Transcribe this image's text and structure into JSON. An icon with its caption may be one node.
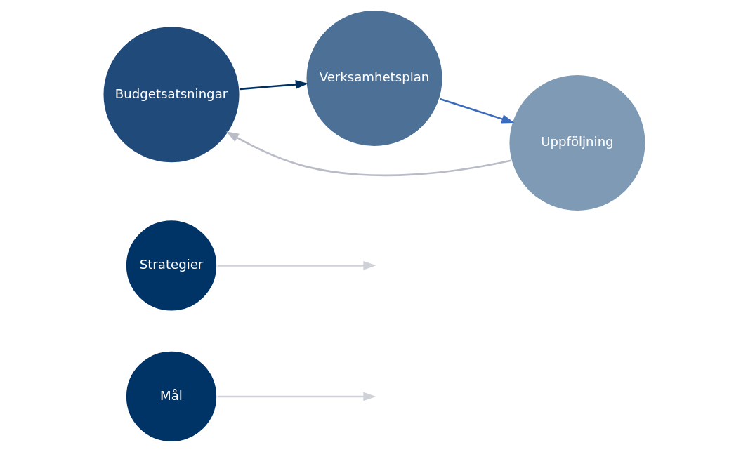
{
  "diagram": {
    "nodes": [
      {
        "text": [
          "Mål"
        ]
      },
      {
        "text": [
          "Strategier"
        ]
      },
      {
        "text": [
          "Budgetsatsningar"
        ]
      },
      {
        "text": [
          "Verksamhetsplan"
        ]
      },
      {
        "text": [
          "Uppföljning"
        ]
      }
    ],
    "edges": [
      {
        "from": 0,
        "to": null,
        "arrow": "to",
        "color": "#cfd1d8"
      },
      {
        "from": 1,
        "to": null,
        "arrow": "to",
        "color": "#cfd1d8"
      },
      {
        "from": 2,
        "to": 3,
        "arrow": "to",
        "color": "#00305f"
      },
      {
        "from": 3,
        "to": 4,
        "arrow": "to",
        "color": "#3a6bbd"
      },
      {
        "from": 4,
        "to": 2,
        "arrow": "to",
        "color": "#b9bcc6"
      }
    ]
  }
}
